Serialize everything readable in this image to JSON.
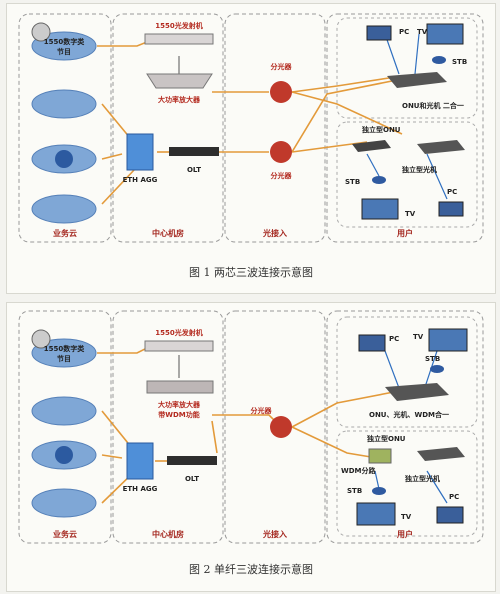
{
  "figures": [
    {
      "id": "fig1",
      "caption": "图 1  两芯三波连接示意图",
      "sections": [
        "业务云",
        "中心机房",
        "光接入",
        "用户"
      ],
      "labels": {
        "server": "1550数字类",
        "transmitter": "1550光发射机",
        "amplifier": "大功率放大器",
        "eth": "ETH AGG",
        "olt": "OLT",
        "splitter_top": "分光器",
        "splitter_bottom": "分光器",
        "pc_top": "PC",
        "tv_top": "TV",
        "stb_top": "STB",
        "onu_combo": "ONU和光机 二合一",
        "indep_onu": "独立型ONU",
        "indep_opt": "独立型光机",
        "stb_bottom": "STB",
        "tv_bottom": "TV",
        "pc_bottom": "PC"
      }
    },
    {
      "id": "fig2",
      "caption": "图 2  单纤三波连接示意图",
      "sections": [
        "业务云",
        "中心机房",
        "光接入",
        "用户"
      ],
      "labels": {
        "server": "1550数字类",
        "transmitter": "1550光发射机",
        "amplifier": "大功率放大器",
        "amplifier2": "带WDM功能",
        "eth": "ETH AGG",
        "olt": "OLT",
        "splitter": "分光器",
        "pc_top": "PC",
        "tv_top": "TV",
        "stb_top": "STB",
        "onu_combo": "ONU、光机、WDM合一",
        "indep_onu": "独立型ONU",
        "wdm": "WDM分路",
        "indep_opt": "独立型光机",
        "stb_bottom": "STB",
        "tv_bottom": "TV",
        "pc_bottom": "PC"
      }
    }
  ],
  "colors": {
    "fiber": "#e39a3a",
    "link": "#2f6fc0",
    "section_label": "#a4271f",
    "router": "#c0392b",
    "box_border": "#9a9a9a"
  }
}
